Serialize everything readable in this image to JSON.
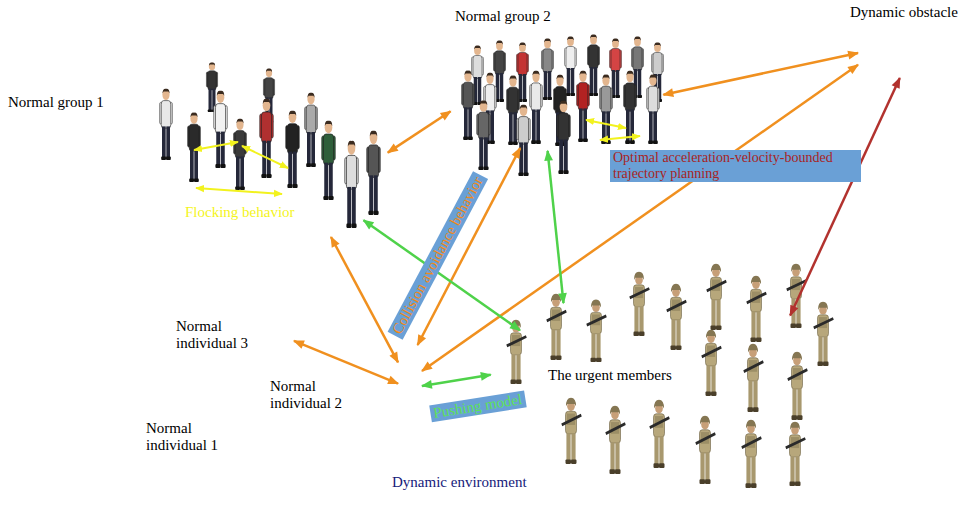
{
  "diagram": {
    "nodes": [
      {
        "text": [
          "Dynamic environment"
        ]
      },
      {
        "text": [
          "Normal group 1"
        ],
        "in": 0
      },
      {
        "text": [
          "Normal group 2"
        ],
        "in": 0
      },
      {
        "text": [
          "The urgent members"
        ],
        "in": 0
      },
      {
        "text": [
          "Normal individual 1"
        ],
        "in": 0
      },
      {
        "text": [
          "Normal individual 2"
        ],
        "in": 0
      },
      {
        "text": [
          "Normal individual 3"
        ],
        "in": 0
      },
      {
        "text": [
          "Dynamic obstacle"
        ]
      }
    ],
    "edges": [
      {
        "from": 1,
        "to": 2,
        "arrow": "both"
      },
      {
        "from": 6,
        "to": 5,
        "arrow": "both"
      },
      {
        "from": 5,
        "to": 1,
        "arrow": "both"
      },
      {
        "from": 5,
        "to": 2,
        "arrow": "both"
      },
      {
        "from": 5,
        "to": 7,
        "arrow": "both"
      },
      {
        "from": 2,
        "to": 7,
        "arrow": "both"
      },
      {
        "from": 5,
        "to": 3,
        "label": "Pushing model",
        "arrow": "both"
      },
      {
        "from": 1,
        "to": 3,
        "arrow": "both"
      },
      {
        "from": 2,
        "to": 3,
        "arrow": "both"
      },
      {
        "from": 3,
        "to": 7,
        "label": "Optimal acceleration-velocity-bounded trajectory planning",
        "arrow": "both"
      }
    ],
    "labels": [
      "Flocking behavior",
      "Collision avoidance behavior"
    ]
  }
}
